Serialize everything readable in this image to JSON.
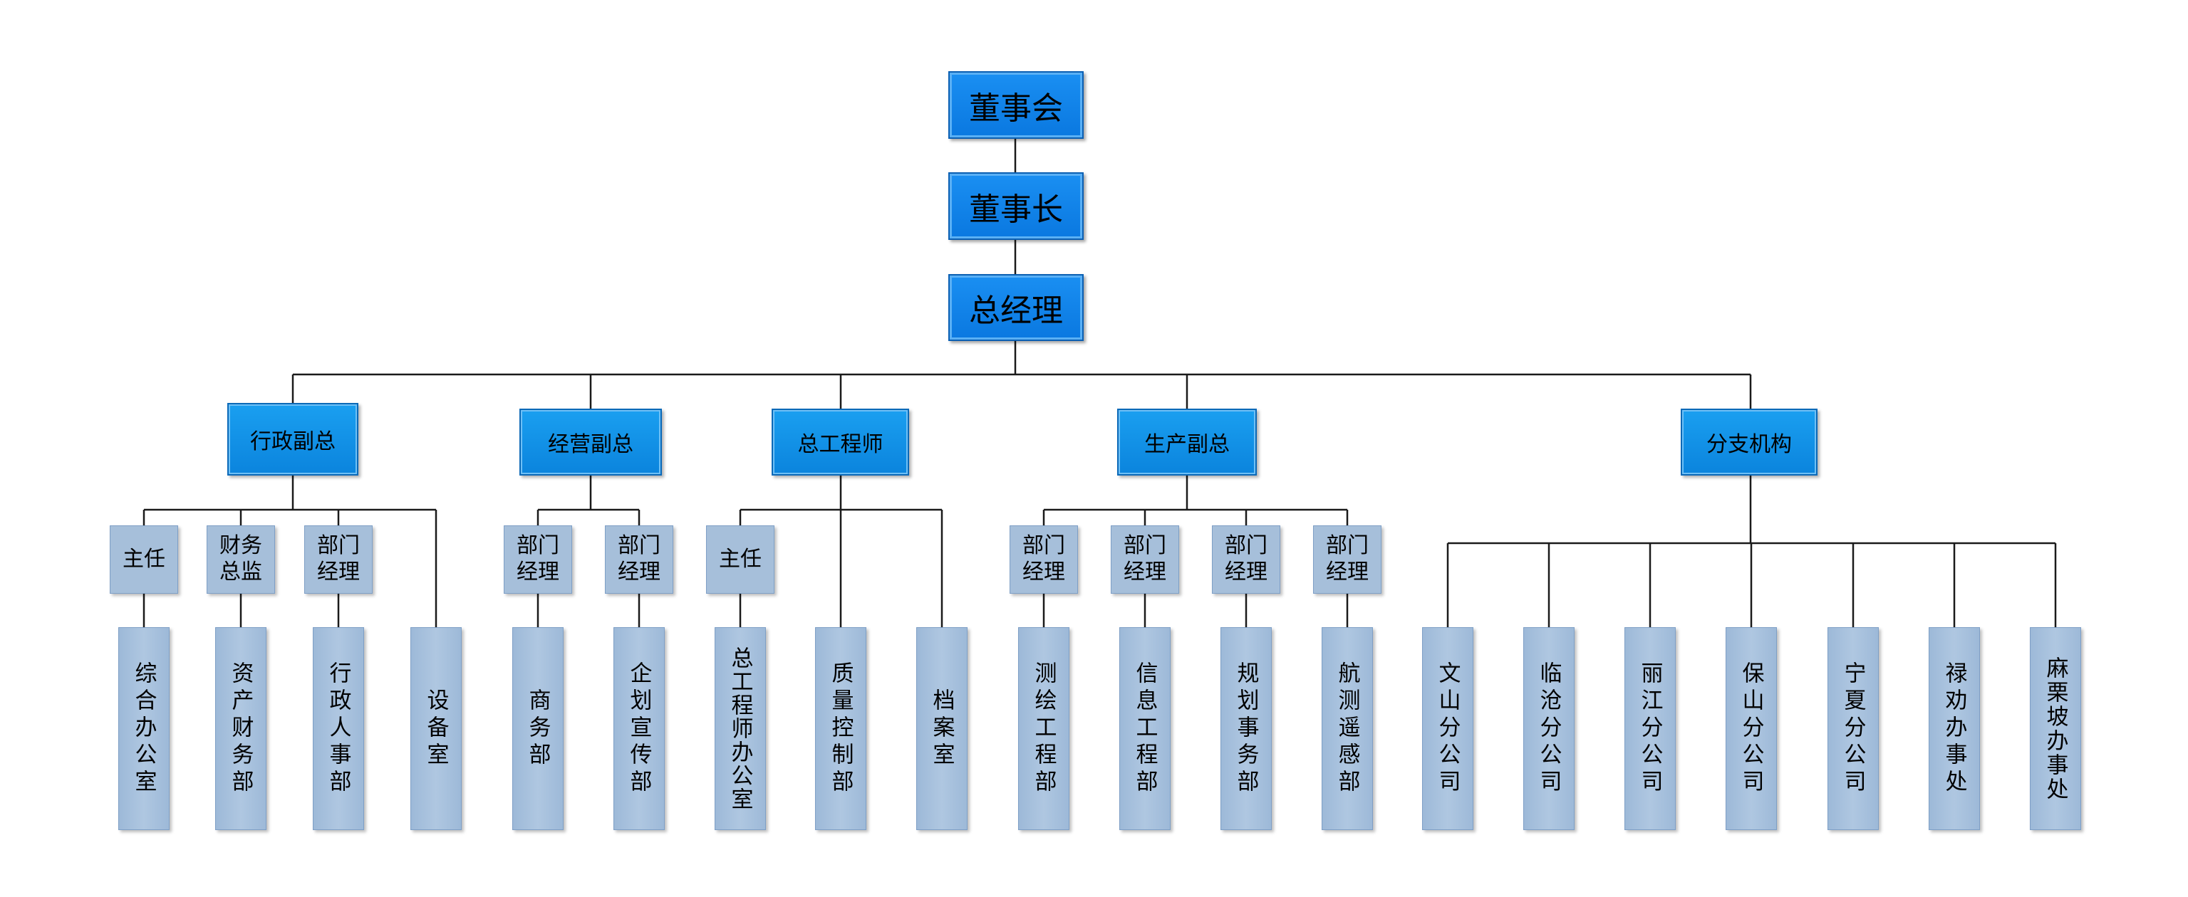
{
  "nodes": {
    "board": "董事会",
    "chairman": "董事长",
    "gm": "总经理",
    "admin_vp": "行政副总",
    "biz_vp": "经营副总",
    "chief_eng": "总工程师",
    "prod_vp": "生产副总",
    "branches": "分支机构",
    "a1": "主任",
    "a2": "财务\n总监",
    "a3": "部门\n经理",
    "b1": "部门\n经理",
    "b2": "部门\n经理",
    "c1": "主任",
    "p1": "部门\n经理",
    "p2": "部门\n经理",
    "p3": "部门\n经理",
    "p4": "部门\n经理",
    "u_zonghe": "综合办公室",
    "u_zichan": "资产财务部",
    "u_xingzheng": "行政人事部",
    "u_shebei": "设备室",
    "u_shangwu": "商务部",
    "u_qihua": "企划宣传部",
    "u_zonggong": "总工程师办公室",
    "u_zhiliang": "质量控制部",
    "u_dangan": "档案室",
    "u_cehui": "测绘工程部",
    "u_xinxi": "信息工程部",
    "u_guihua": "规划事务部",
    "u_hangce": "航测遥感部",
    "u_wenshan": "文山分公司",
    "u_lincang": "临沧分公司",
    "u_lijiang": "丽江分公司",
    "u_baoshan": "保山分公司",
    "u_ningxia": "宁夏分公司",
    "u_luquan": "禄劝办事处",
    "u_malipo": "麻栗坡办事处"
  }
}
